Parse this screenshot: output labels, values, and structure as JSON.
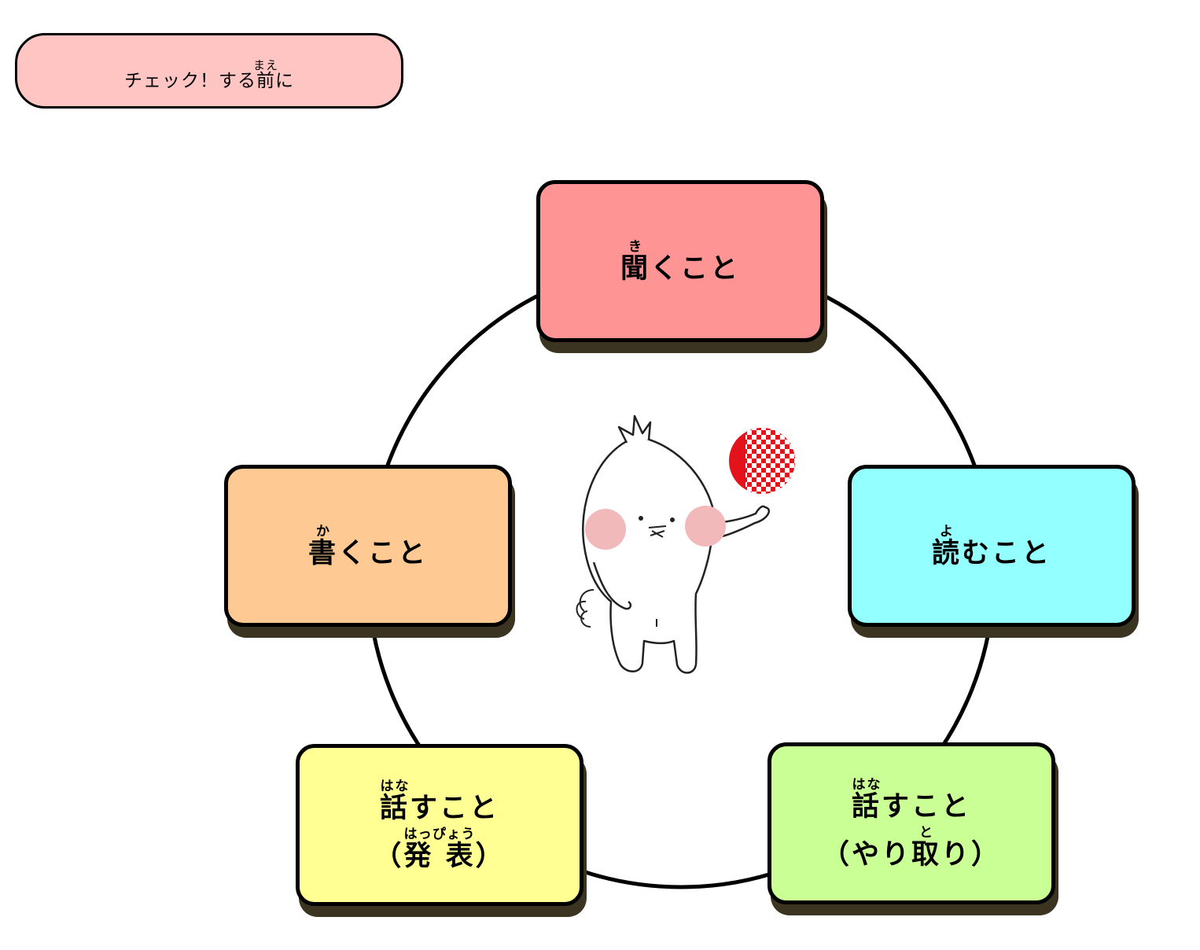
{
  "header": {
    "button_prefix": "チェック！する",
    "button_kanji": "前",
    "button_kanji_reading": "まえ",
    "button_suffix": "に"
  },
  "cycle": {
    "listen": {
      "kanji": "聞",
      "reading": "き",
      "rest": "くこと"
    },
    "read": {
      "kanji": "読",
      "reading": "よ",
      "rest": "むこと"
    },
    "write": {
      "kanji": "書",
      "reading": "か",
      "rest": "くこと"
    },
    "speak_present": {
      "kanji": "話",
      "reading": "はな",
      "rest": "すこと",
      "paren_open": "（",
      "kanji2": "発 表",
      "reading2": "はっぴょう",
      "paren_close": "）"
    },
    "speak_interact": {
      "kanji": "話",
      "reading": "はな",
      "rest": "すこと",
      "line2_prefix": "（やり",
      "kanji2": "取",
      "reading2": "と",
      "line2_suffix": "り）"
    }
  },
  "colors": {
    "listen": "#ff9494",
    "read": "#94ffff",
    "write": "#ffc994",
    "speak_present": "#ffff94",
    "speak_interact": "#c9ff94",
    "header_button": "#ffc5c3",
    "mascot_cheek": "#f2b9bb",
    "logo_red": "#e4121a"
  },
  "icons": [
    "mascot-illustration",
    "checkered-ball-logo"
  ]
}
